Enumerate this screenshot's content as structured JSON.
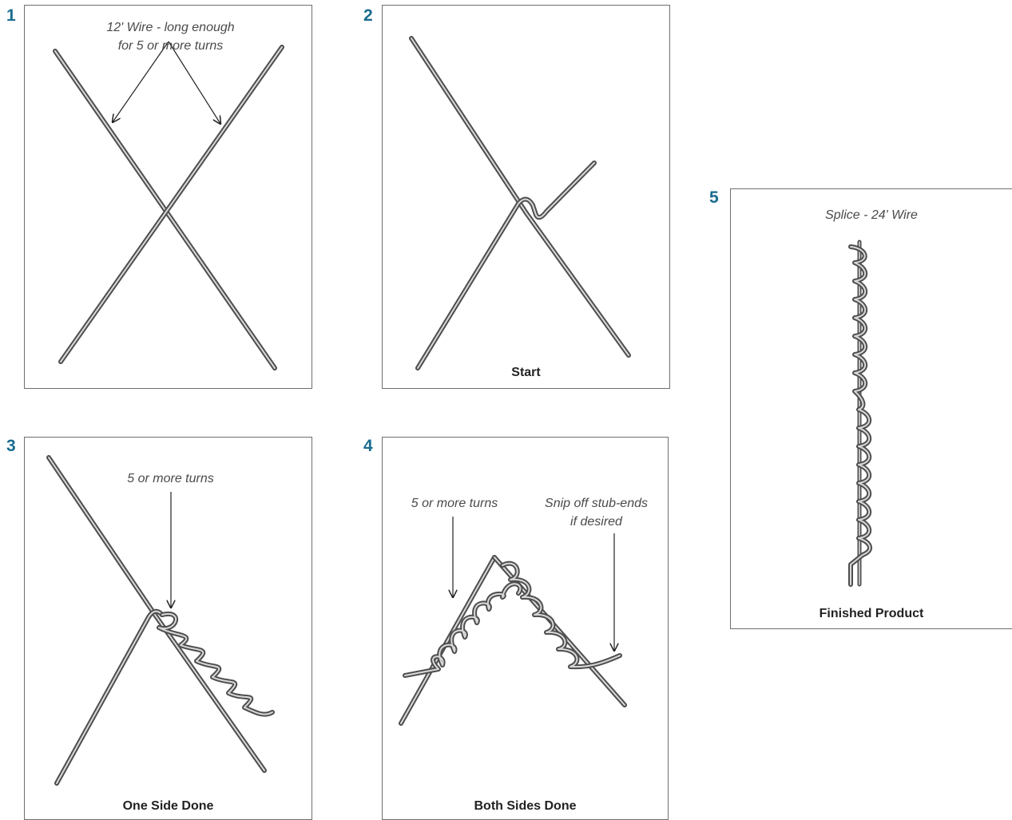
{
  "steps": [
    {
      "number": "1",
      "note_line1": "12' Wire - long enough",
      "note_line2": "for 5 or more turns",
      "caption": ""
    },
    {
      "number": "2",
      "caption": "Start"
    },
    {
      "number": "3",
      "note": "5 or more turns",
      "caption": "One Side Done"
    },
    {
      "number": "4",
      "note_left": "5 or more turns",
      "note_right_line1": "Snip off stub-ends",
      "note_right_line2": "if desired",
      "caption": "Both Sides Done"
    },
    {
      "number": "5",
      "note": "Splice - 24' Wire",
      "caption": "Finished Product"
    }
  ],
  "colors": {
    "step_number": "#1a6c8e",
    "border": "#6f6f6f",
    "wire_dark": "#555555",
    "wire_light": "#dcdcdc"
  }
}
